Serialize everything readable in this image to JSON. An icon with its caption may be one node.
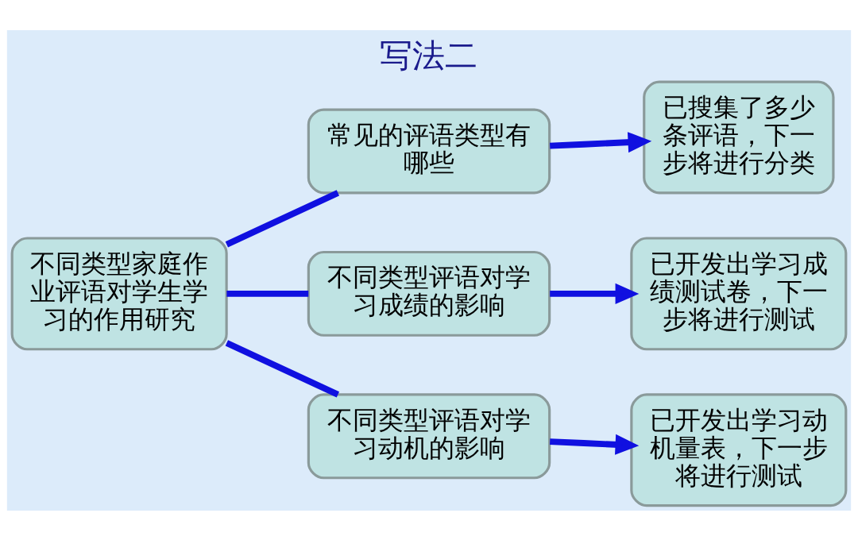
{
  "diagram": {
    "title": "写法二",
    "nodes": [
      {
        "text": [
          "不同类型家庭作业评语对学生学习的作用研究"
        ]
      },
      {
        "text": [
          "常见的评语类型有哪些"
        ]
      },
      {
        "text": [
          "不同类型评语对学习成绩的影响"
        ]
      },
      {
        "text": [
          "不同类型评语对学习动机的影响"
        ]
      },
      {
        "text": [
          "已搜集了多少条评语，下一步将进行分类"
        ]
      },
      {
        "text": [
          "已开发出学习成绩测试卷，下一步将进行测试"
        ]
      },
      {
        "text": [
          "已开发出学习动机量表，下一步将进行测试"
        ]
      }
    ],
    "edges": [
      {
        "from": 0,
        "to": 1,
        "arrow": "none"
      },
      {
        "from": 0,
        "to": 2,
        "arrow": "none"
      },
      {
        "from": 0,
        "to": 3,
        "arrow": "none"
      },
      {
        "from": 1,
        "to": 4,
        "arrow": "to"
      },
      {
        "from": 2,
        "to": 5,
        "arrow": "to"
      },
      {
        "from": 3,
        "to": 6,
        "arrow": "to"
      }
    ]
  }
}
